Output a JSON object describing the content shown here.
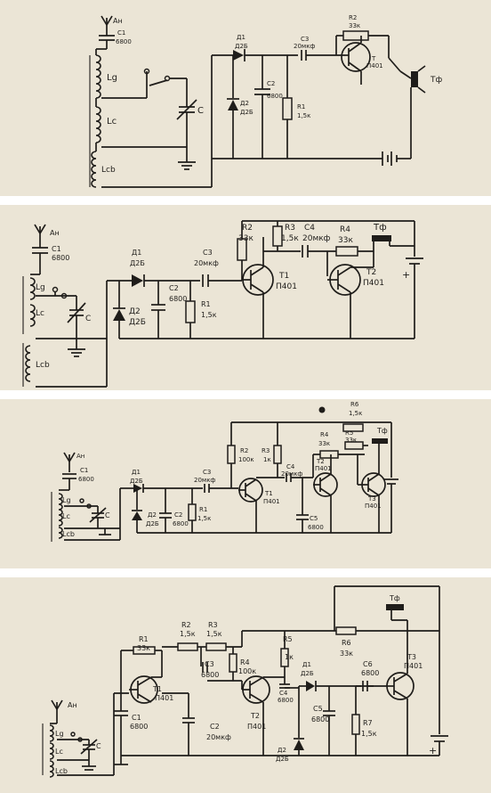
{
  "panels": [
    {
      "labels": {
        "an": "Ан",
        "c1": "C1",
        "c1_val": "6800",
        "lg": "Lg",
        "lc": "Lc",
        "lcb": "Lcb",
        "c": "C",
        "d1": "Д1",
        "d1_type": "Д2Б",
        "d2": "Д2",
        "d2_type": "Д2Б",
        "c2": "C2",
        "c2_val": "6800",
        "r1": "R1",
        "r1_val": "1,5к",
        "c3": "C3",
        "c3_val": "20мкф",
        "r2": "R2",
        "r2_val": "33к",
        "t": "T",
        "t_type": "П401",
        "tf": "Тф"
      }
    },
    {
      "labels": {
        "an": "Ан",
        "c1": "C1",
        "c1_val": "6800",
        "lg": "Lg",
        "lc": "Lc",
        "lcb": "Lcb",
        "c": "C",
        "d1": "Д1",
        "d1_type": "Д2Б",
        "d2": "Д2",
        "d2_type": "Д2Б",
        "c2": "C2",
        "c2_val": "6800",
        "r1": "R1",
        "r1_val": "1,5к",
        "c3": "C3",
        "c3_val": "20мкф",
        "r2": "R2",
        "r2_val": "33к",
        "r3": "R3",
        "r3_val": "1,5к",
        "c4": "C4",
        "c4_val": "20мкф",
        "r4": "R4",
        "r4_val": "33к",
        "t1": "T1",
        "t1_type": "П401",
        "t2": "T2",
        "t2_type": "П401",
        "tf": "Тф"
      }
    },
    {
      "labels": {
        "an": "Ан",
        "c1": "C1",
        "c1_val": "6800",
        "lg": "Lg",
        "lc": "Lc",
        "lcb": "Lcb",
        "c": "C",
        "d1": "Д1",
        "d1_type": "Д2Б",
        "d2": "Д2",
        "d2_type": "Д2Б",
        "c2": "C2",
        "c2_val": "6800",
        "r1": "R1",
        "r1_val": "1,5к",
        "c3": "C3",
        "c3_val": "20мкф",
        "r2": "R2",
        "r2_val": "100к",
        "r3": "R3",
        "r3_val": "1к",
        "c4": "C4",
        "c4_val": "20мкф",
        "c5": "C5",
        "c5_val": "6800",
        "r4": "R4",
        "r4_val": "33к",
        "r5": "R5",
        "r5_val": "33к",
        "r6": "R6",
        "r6_val": "1,5к",
        "t1": "T1",
        "t1_type": "П401",
        "t2": "T2",
        "t2_type": "П401",
        "t3": "T3",
        "t3_type": "П401",
        "tf": "Тф"
      }
    },
    {
      "labels": {
        "an": "Ан",
        "lg": "Lg",
        "lc": "Lc",
        "lcb": "Lcb",
        "c": "C",
        "r1": "R1",
        "r1_val": "33к",
        "t1": "T1",
        "t1_type": "П401",
        "c1": "C1",
        "c1_val": "6800",
        "r2": "R2",
        "r2_val": "1,5к",
        "r3": "R3",
        "r3_val": "1,5к",
        "c3": "C3",
        "c3_val": "6800",
        "r4": "R4",
        "r4_val": "100к",
        "c2": "C2",
        "c2_val": "20мкф",
        "t2": "T2",
        "t2_type": "П401",
        "r5": "R5",
        "r5_val": "1к",
        "c4": "C4",
        "c4_val": "6800",
        "d1": "Д1",
        "d1_type": "Д2Б",
        "d2": "Д2",
        "d2_type": "Д2Б",
        "c5": "C5",
        "c5_val": "6800",
        "r6": "R6",
        "r6_val": "33к",
        "c6": "C6",
        "c6_val": "6800",
        "r7": "R7",
        "r7_val": "1,5к",
        "t3": "T3",
        "t3_type": "П401",
        "tf": "Тф"
      }
    }
  ]
}
